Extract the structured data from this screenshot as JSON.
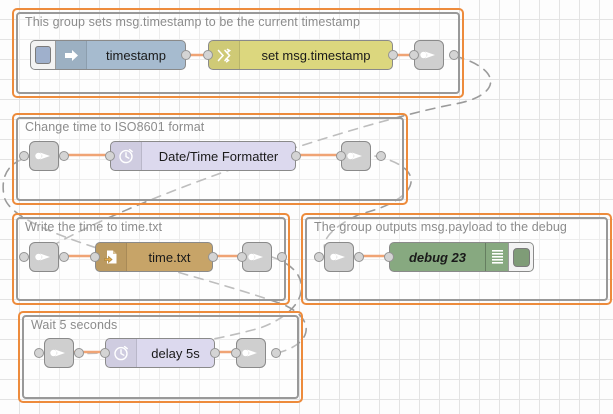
{
  "app": {
    "name": "Node-RED flow editor canvas",
    "background": "#fdfdfd",
    "grid_color": "#e3e3e3",
    "selection_color": "#ed8b3c",
    "group_border_color": "#999999",
    "wire_color": "#e8732c",
    "link_wire_color": "#9b9b9b"
  },
  "groups": [
    {
      "id": "group-timestamp",
      "title": "This group sets msg.timestamp to be the current timestamp",
      "nodes": [
        {
          "id": "inject-timestamp",
          "type": "inject",
          "label": "timestamp",
          "color": "#a6bbcf",
          "icon": "inject-arrow-icon",
          "has_button": true
        },
        {
          "id": "change-set-timestamp",
          "type": "change",
          "label": "set msg.timestamp",
          "color": "#dcd77e",
          "icon": "change-shuffle-icon"
        },
        {
          "id": "link-out-1",
          "type": "link out",
          "label": "",
          "color": "#cfcfcf",
          "icon": "link-out-icon"
        }
      ]
    },
    {
      "id": "group-iso8601",
      "title": "Change time to ISO8601 format",
      "nodes": [
        {
          "id": "link-in-1",
          "type": "link in",
          "label": "",
          "color": "#cfcfcf",
          "icon": "link-in-icon"
        },
        {
          "id": "datetime-formatter",
          "type": "date/time formatter",
          "label": "Date/Time Formatter",
          "color": "#dcd9ee",
          "icon": "clock-icon"
        },
        {
          "id": "link-out-2",
          "type": "link out",
          "label": "",
          "color": "#cfcfcf",
          "icon": "link-out-icon"
        }
      ]
    },
    {
      "id": "group-write-file",
      "title": "Write the time to time.txt",
      "nodes": [
        {
          "id": "link-in-2",
          "type": "link in",
          "label": "",
          "color": "#cfcfcf",
          "icon": "link-in-icon"
        },
        {
          "id": "file-write",
          "type": "file",
          "label": "time.txt",
          "color": "#c7a468",
          "icon": "file-out-icon"
        },
        {
          "id": "link-out-3",
          "type": "link out",
          "label": "",
          "color": "#cfcfcf",
          "icon": "link-out-icon"
        }
      ]
    },
    {
      "id": "group-debug",
      "title": "The group outputs msg.payload to the debug",
      "nodes": [
        {
          "id": "link-in-3",
          "type": "link in",
          "label": "",
          "color": "#cfcfcf",
          "icon": "link-in-icon"
        },
        {
          "id": "debug-23",
          "type": "debug",
          "label": "debug 23",
          "color": "#87a980",
          "icon": "debug-lines-icon",
          "has_button": true
        }
      ]
    },
    {
      "id": "group-delay",
      "title": "Wait 5 seconds",
      "nodes": [
        {
          "id": "link-in-4",
          "type": "link in",
          "label": "",
          "color": "#cfcfcf",
          "icon": "link-in-icon"
        },
        {
          "id": "delay-5s",
          "type": "delay",
          "label": "delay 5s",
          "color": "#dcd9ee",
          "icon": "clock-icon"
        },
        {
          "id": "link-out-4",
          "type": "link out",
          "label": "",
          "color": "#cfcfcf",
          "icon": "link-out-icon"
        }
      ]
    }
  ]
}
